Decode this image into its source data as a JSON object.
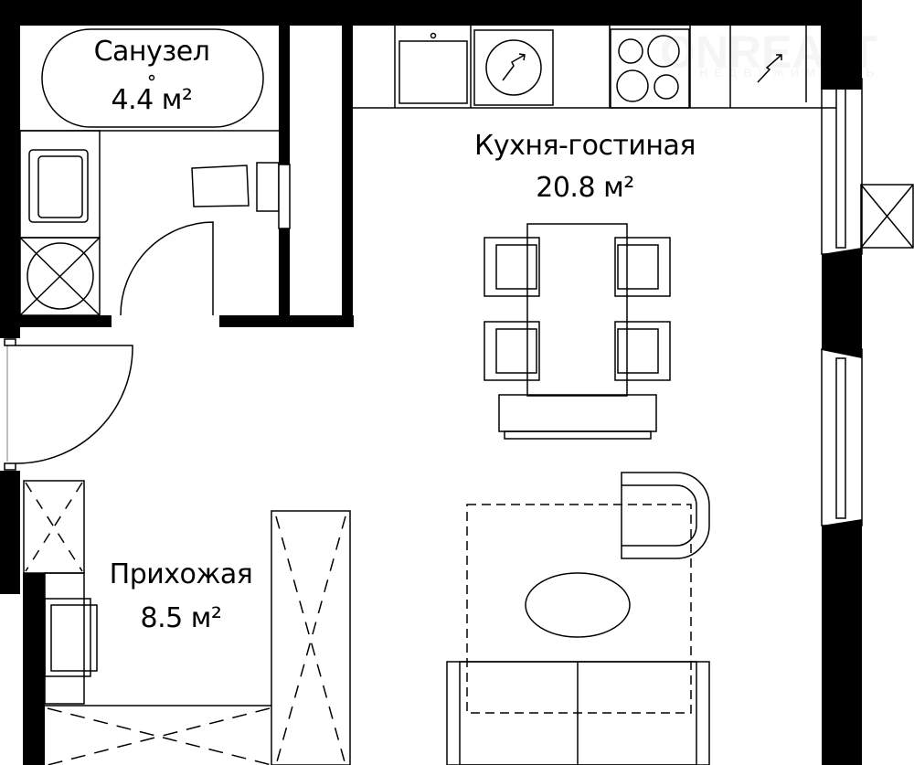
{
  "rooms": [
    {
      "name": "Санузел",
      "area": "4.4 м²"
    },
    {
      "name": "Кухня-гостиная",
      "area": "20.8 м²"
    },
    {
      "name": "Прихожая",
      "area": "8.5 м²"
    }
  ],
  "watermark": {
    "brand": "ONREALT",
    "tagline": "НЕДВИЖИМОСТЬ"
  },
  "colors": {
    "wall": "#000000",
    "line": "#000000",
    "background": "#ffffff"
  }
}
